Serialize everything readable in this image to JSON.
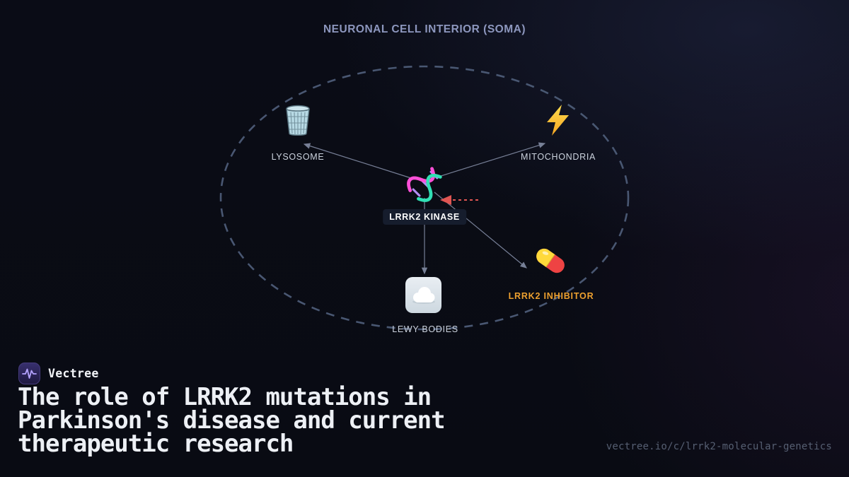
{
  "diagram": {
    "title": "NEURONAL CELL INTERIOR (SOMA)",
    "nodes": {
      "lysosome": {
        "label": "LYSOSOME",
        "icon": "trash-icon"
      },
      "mitochondria": {
        "label": "MITOCHONDRIA",
        "icon": "lightning-icon"
      },
      "kinase": {
        "label": "LRRK2 KINASE",
        "icon": "dna-icon"
      },
      "lewy_bodies": {
        "label": "LEWY BODIES",
        "icon": "cloud-icon"
      },
      "inhibitor": {
        "label": "LRRK2 INHIBITOR",
        "icon": "pill-icon"
      }
    },
    "edges": [
      {
        "from": "LRRK2 KINASE",
        "to": "LYSOSOME",
        "style": "solid-arrow"
      },
      {
        "from": "LRRK2 KINASE",
        "to": "MITOCHONDRIA",
        "style": "solid-arrow"
      },
      {
        "from": "LRRK2 KINASE",
        "to": "LEWY BODIES",
        "style": "solid-arrow"
      },
      {
        "from": "LRRK2 KINASE",
        "to": "LRRK2 INHIBITOR",
        "style": "solid-arrow"
      },
      {
        "from": "LRRK2 INHIBITOR",
        "to": "LRRK2 KINASE",
        "style": "red-dashed-arrow"
      }
    ],
    "colors": {
      "background": "#0a0c16",
      "title": "#8d97be",
      "node_label": "#ccd3de",
      "kinase_label": "#ffffff",
      "inhibitor_label": "#eda02f",
      "membrane_dash": "#4d5c77",
      "arrow": "#8a94ad",
      "inhibit_arrow": "#e05552"
    }
  },
  "footer": {
    "brand": "Vectree",
    "brand_icon": "waveform-icon",
    "headline_lines": [
      "The role of LRRK2 mutations in",
      "Parkinson's disease and current",
      "therapeutic research"
    ],
    "url": "vectree.io/c/lrrk2-molecular-genetics"
  }
}
